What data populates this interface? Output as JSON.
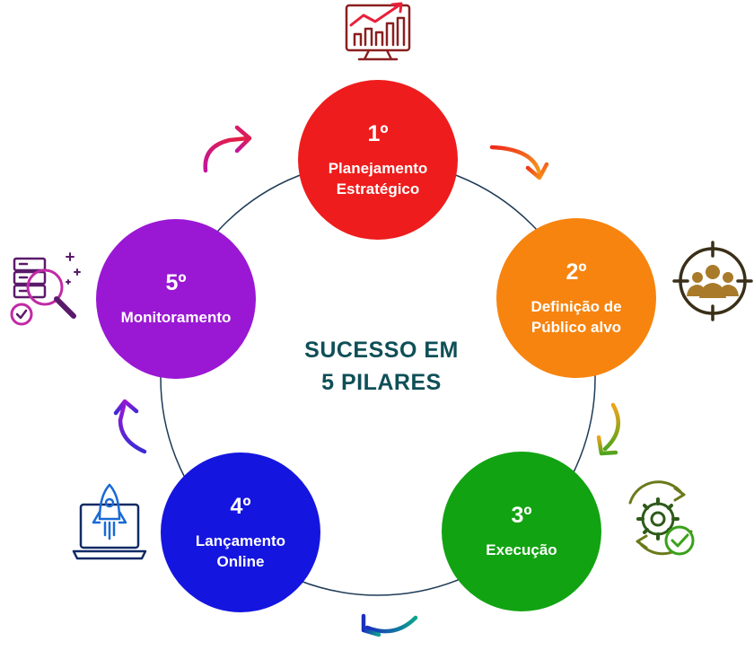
{
  "center": {
    "line1": "SUCESSO EM",
    "line2": "5 PILARES"
  },
  "ring_color": "#1e3b57",
  "steps": [
    {
      "number": "1º",
      "lines": [
        "Planejamento",
        "Estratégico"
      ],
      "color": "#ee1c1c",
      "icon": "growth-chart-monitor-icon"
    },
    {
      "number": "2º",
      "lines": [
        "Definição de",
        "Público alvo"
      ],
      "color": "#f7840f",
      "icon": "target-audience-icon"
    },
    {
      "number": "3º",
      "lines": [
        "Execução"
      ],
      "color": "#12a312",
      "icon": "gear-check-icon"
    },
    {
      "number": "4º",
      "lines": [
        "Lançamento",
        "Online"
      ],
      "color": "#1515e0",
      "icon": "rocket-laptop-icon"
    },
    {
      "number": "5º",
      "lines": [
        "Monitoramento"
      ],
      "color": "#9a18d4",
      "icon": "server-search-icon"
    }
  ],
  "arrow_colors": {
    "arrow_5_to_1": [
      "#c2169a",
      "#e8203a"
    ],
    "arrow_1_to_2": [
      "#ee2a1c",
      "#f7a01a"
    ],
    "arrow_2_to_3": [
      "#f0a418",
      "#4fa41c"
    ],
    "arrow_3_to_4": [
      "#0ba58c",
      "#1a2ec0"
    ],
    "arrow_4_to_5": [
      "#3a2bd6",
      "#9a18d4"
    ]
  }
}
